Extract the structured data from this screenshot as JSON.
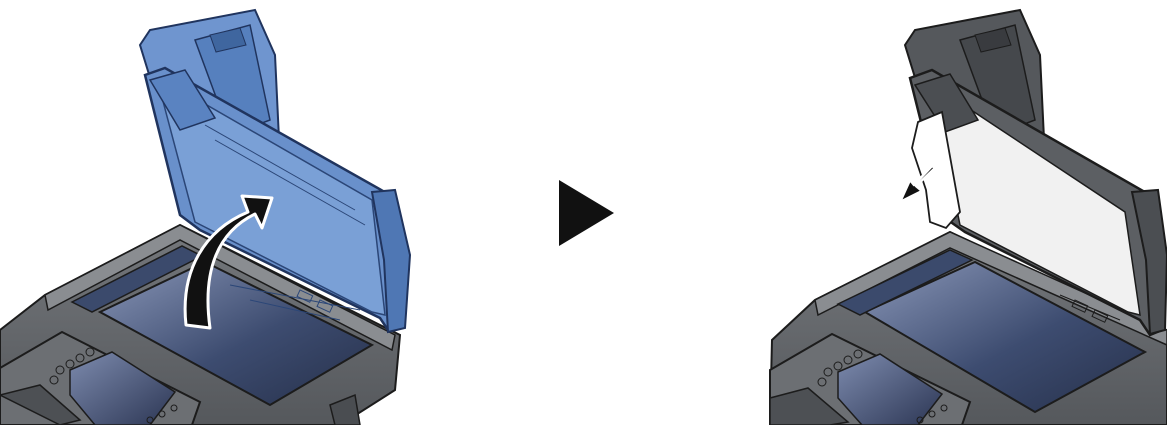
{
  "steps": [
    {
      "id": "step-1",
      "action": "open-document-processor",
      "lid_color": "#5b86c4",
      "arrow_icon": "curved-lift-arrow-icon"
    },
    {
      "id": "step-2",
      "action": "remove-jammed-paper",
      "lid_color": "#4a4d52",
      "arrow_icon": "pull-out-arrow-icon"
    }
  ],
  "separator_icon": "next-step-triangle-icon",
  "colors": {
    "body": "#5f6266",
    "body_dark": "#3e4145",
    "lid_blue": "#5b86c4",
    "lid_blue_dark": "#2f4f86",
    "glass": "#3a4a6a",
    "paper": "#f2f2f2"
  }
}
